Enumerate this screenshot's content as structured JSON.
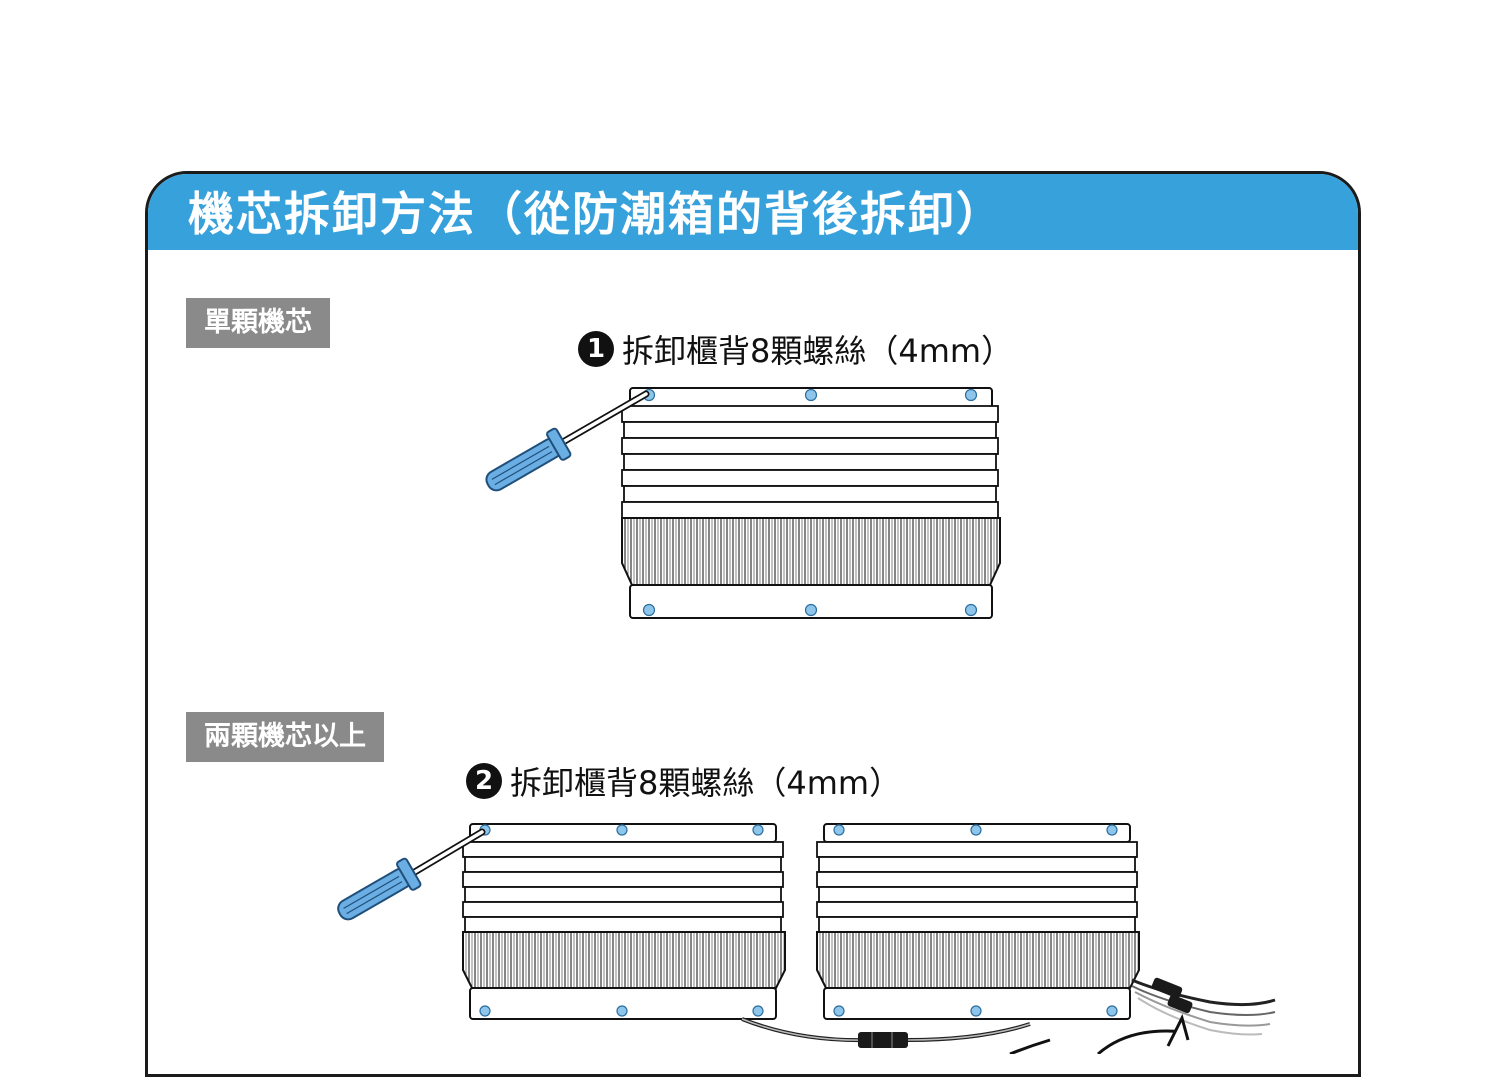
{
  "title": "機芯拆卸方法（從防潮箱的背後拆卸）",
  "sections": [
    {
      "label": "單顆機芯",
      "step_number": "1",
      "step_text": "拆卸櫃背8顆螺絲（4mm）"
    },
    {
      "label": "兩顆機芯以上",
      "step_number": "2",
      "step_text": "拆卸櫃背8顆螺絲（4mm）"
    }
  ],
  "colors": {
    "header": "#37a1dc",
    "label_bg": "#8a8a8a",
    "screw": "#8ec5ea",
    "screwdriver": "#6aaee3"
  },
  "icons": [
    "screwdriver-icon",
    "screw-icon",
    "heatsink-unit",
    "cable-connector"
  ]
}
